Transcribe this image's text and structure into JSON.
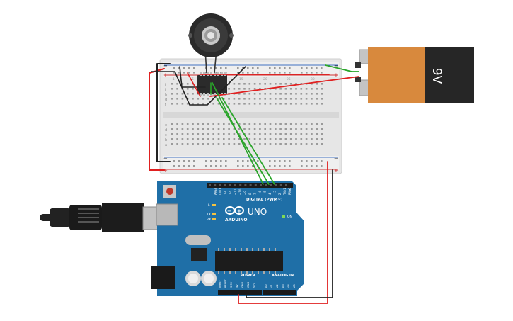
{
  "battery": {
    "label": "9V"
  },
  "arduino": {
    "brand": "ARDUINO",
    "model": "UNO",
    "digital_label": "DIGITAL (PWM~)",
    "power_label": "POWER",
    "analog_label": "ANALOG IN",
    "on_label": "ON",
    "tx_label": "TX",
    "rx_label": "RX",
    "l_label": "L",
    "digital_pins": [
      "AREF",
      "GND",
      "13",
      "12",
      "~11",
      "~10",
      "~9",
      "8",
      "7",
      "~6",
      "~5",
      "4",
      "~3",
      "2",
      "TX▸1",
      "RX◂0"
    ],
    "power_pins": [
      "IOREF",
      "RESET",
      "3.3V",
      "5V",
      "GND",
      "GND",
      "Vin"
    ],
    "analog_pins": [
      "A0",
      "A1",
      "A2",
      "A3",
      "A4",
      "A5"
    ]
  },
  "breadboard": {
    "row_letters_top": [
      "j",
      "i",
      "h",
      "g",
      "f"
    ],
    "row_letters_bottom": [
      "e",
      "d",
      "c",
      "b",
      "a"
    ],
    "column_numbers": [
      "1",
      "5",
      "10",
      "15",
      "20",
      "25",
      "30"
    ]
  },
  "colors": {
    "wire_red": "#e02020",
    "wire_green": "#2aa52a",
    "wire_black": "#222222",
    "arduino_board": "#1f6fa7",
    "battery_orange": "#d8893d",
    "breadboard": "#e9e9e9"
  },
  "icons": {
    "motor": "dc-motor-icon",
    "usb": "usb-cable-icon",
    "chip": "motor-driver-chip-icon"
  }
}
